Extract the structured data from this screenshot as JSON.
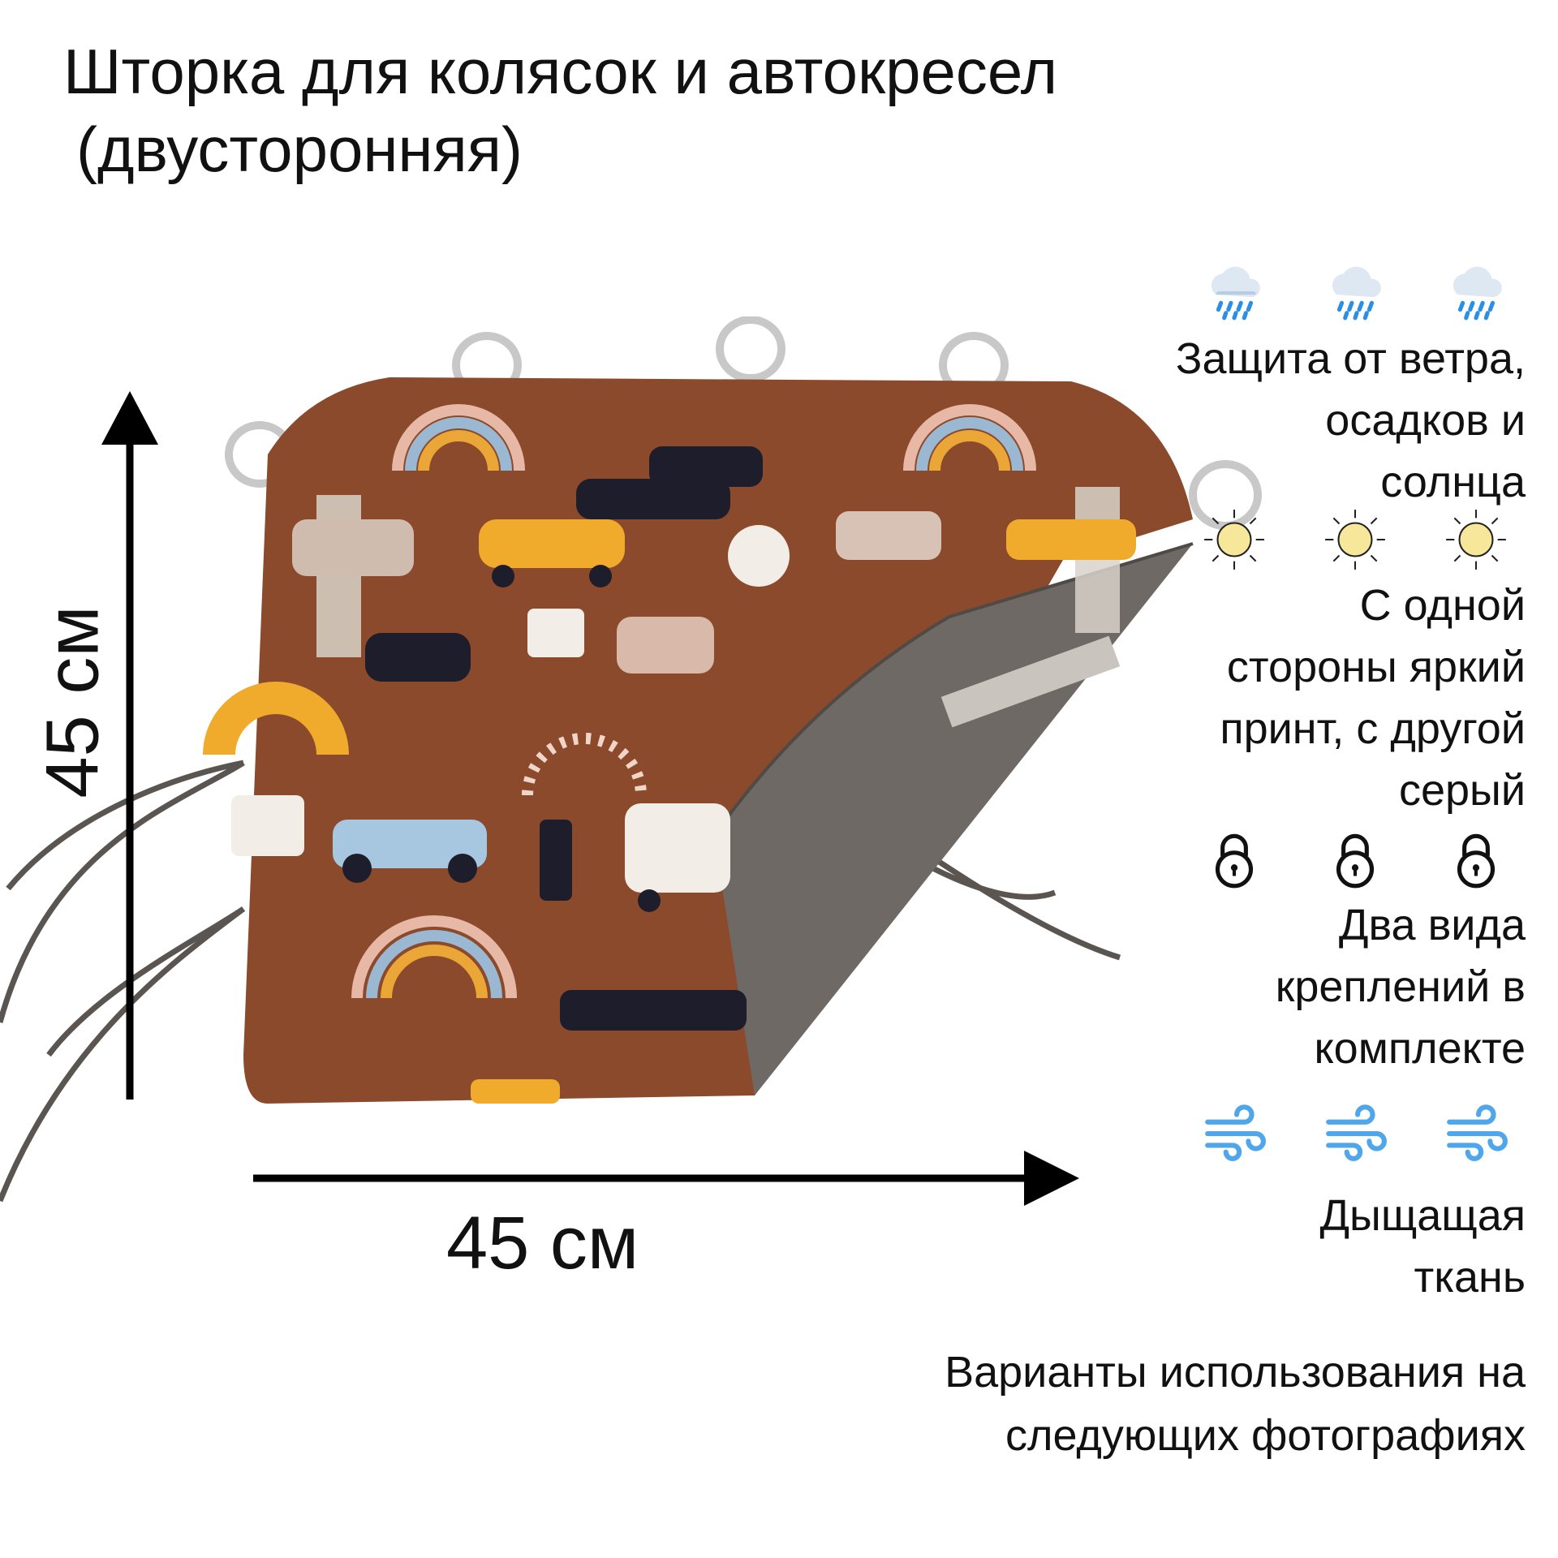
{
  "title": {
    "line1": "Шторка для колясок и автокресел",
    "line2": "(двусторонняя)"
  },
  "dimensions": {
    "height_label": "45 см",
    "width_label": "45 см"
  },
  "features": [
    {
      "icon": "rain-cloud-icon",
      "text": "Защита от ветра, осадков и солнца"
    },
    {
      "icon": "sun-icon",
      "text": "С одной стороны яркий принт, с другой серый"
    },
    {
      "icon": "lock-icon",
      "text": "Два вида креплений в комплекте"
    },
    {
      "icon": "wind-icon",
      "text": "Дыщащая ткань"
    }
  ],
  "feature_lines": {
    "f1": [
      "Защита от ветра,",
      "осадков и",
      "солнца"
    ],
    "f2": [
      "С одной",
      "стороны яркий",
      "принт, с другой",
      "серый"
    ],
    "f3": [
      "Два вида",
      "креплений в",
      "комплекте"
    ],
    "f4": [
      "Дыщащая",
      "ткань"
    ]
  },
  "note": {
    "line1": "Варианты использования на",
    "line2": "следующих фотографиях"
  },
  "colors": {
    "fabric": "#8b4a2b",
    "lining": "#6b6661",
    "arrow": "#000000",
    "rain": "#4aa3e8",
    "sun": "#f5e28a",
    "wind": "#5aa9ec"
  }
}
